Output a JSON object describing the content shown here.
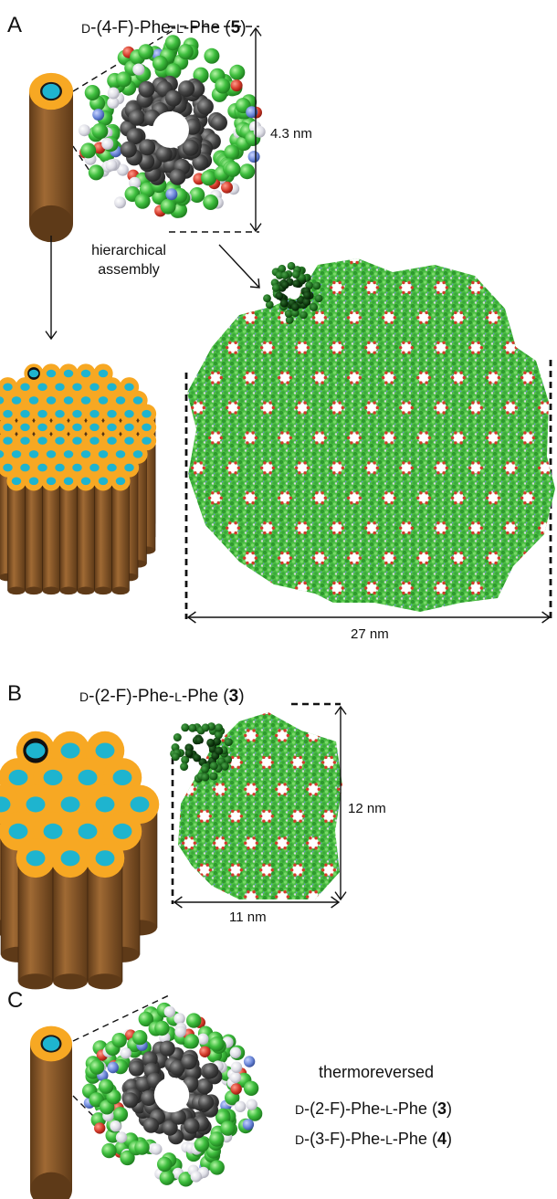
{
  "panel_a": {
    "label": "A",
    "compound": {
      "pre": "D",
      "mid1": "-(4-F)-Phe-",
      "l": "L",
      "mid2": "-Phe (",
      "num": "5",
      "post": ")"
    },
    "diameter": "4.3 nm",
    "arrow_caption_line1": "hierarchical",
    "arrow_caption_line2": "assembly",
    "bundle_width": "27 nm"
  },
  "panel_b": {
    "label": "B",
    "compound": {
      "pre": "D",
      "mid1": "-(2-F)-Phe-",
      "l": "L",
      "mid2": "-Phe (",
      "num": "3",
      "post": ")"
    },
    "height": "12 nm",
    "width": "11 nm"
  },
  "panel_c": {
    "label": "C",
    "caption": "thermoreversed",
    "line1": {
      "pre": "D",
      "mid1": "-(2-F)-Phe-",
      "l": "L",
      "mid2": "-Phe (",
      "num": "3",
      "post": ")"
    },
    "line2": {
      "pre": "D",
      "mid1": "-(3-F)-Phe-",
      "l": "L",
      "mid2": "-Phe (",
      "num": "4",
      "post": ")"
    }
  },
  "colors": {
    "tube_brown": "#8b5a2b",
    "tube_dark": "#5e3a18",
    "rim_orange": "#f7a823",
    "core_cyan": "#1eb4cf",
    "atom_green": "#3fbf3f",
    "atom_dark": "#454545",
    "atom_red": "#d43a2a",
    "atom_white": "#e8e8ee",
    "atom_blue": "#6a86d8",
    "highlight_green": "#1f6e1f"
  }
}
